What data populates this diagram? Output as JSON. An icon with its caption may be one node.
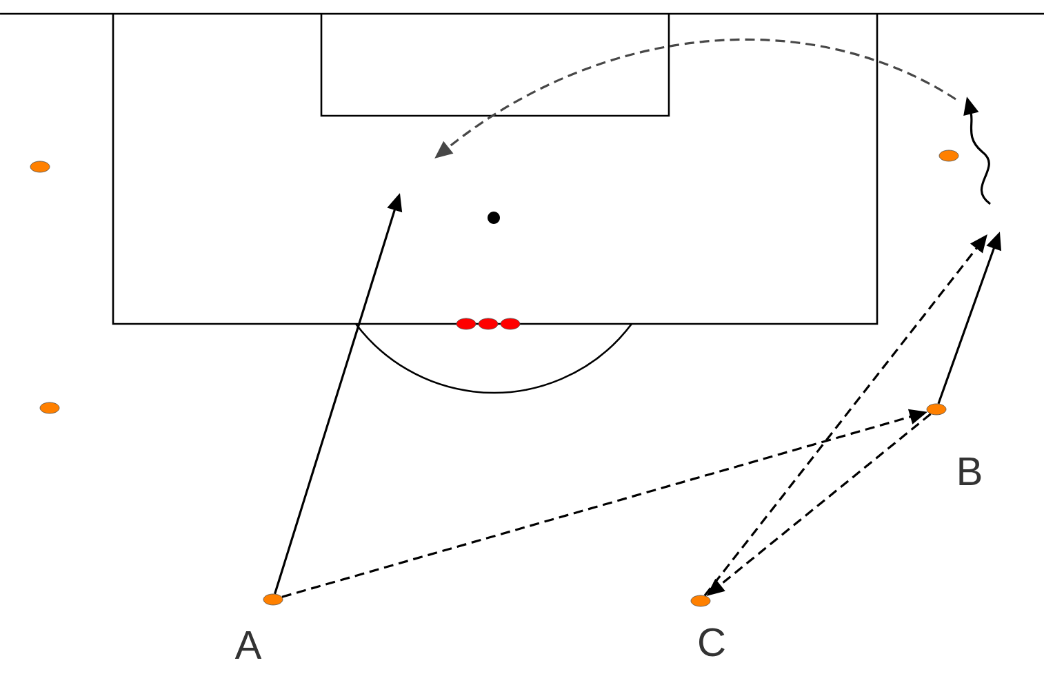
{
  "diagram": {
    "nodes": [
      {
        "text": [],
        "shape": "cone",
        "beside": [
          "A"
        ]
      },
      {
        "text": [],
        "shape": "cone",
        "beside": [
          "B"
        ]
      },
      {
        "text": [],
        "shape": "cone",
        "beside": [
          "C"
        ]
      }
    ],
    "edges": [
      {
        "from": 0,
        "to": null,
        "arrow": "to"
      },
      {
        "from": 0,
        "to": 1,
        "arrow": "to",
        "style": "dashed"
      },
      {
        "from": 1,
        "to": 2,
        "arrow": "to",
        "style": "dashed"
      },
      {
        "from": 1,
        "to": null,
        "arrow": "to"
      },
      {
        "from": 2,
        "to": null,
        "arrow": "to",
        "style": "dashed"
      }
    ]
  }
}
